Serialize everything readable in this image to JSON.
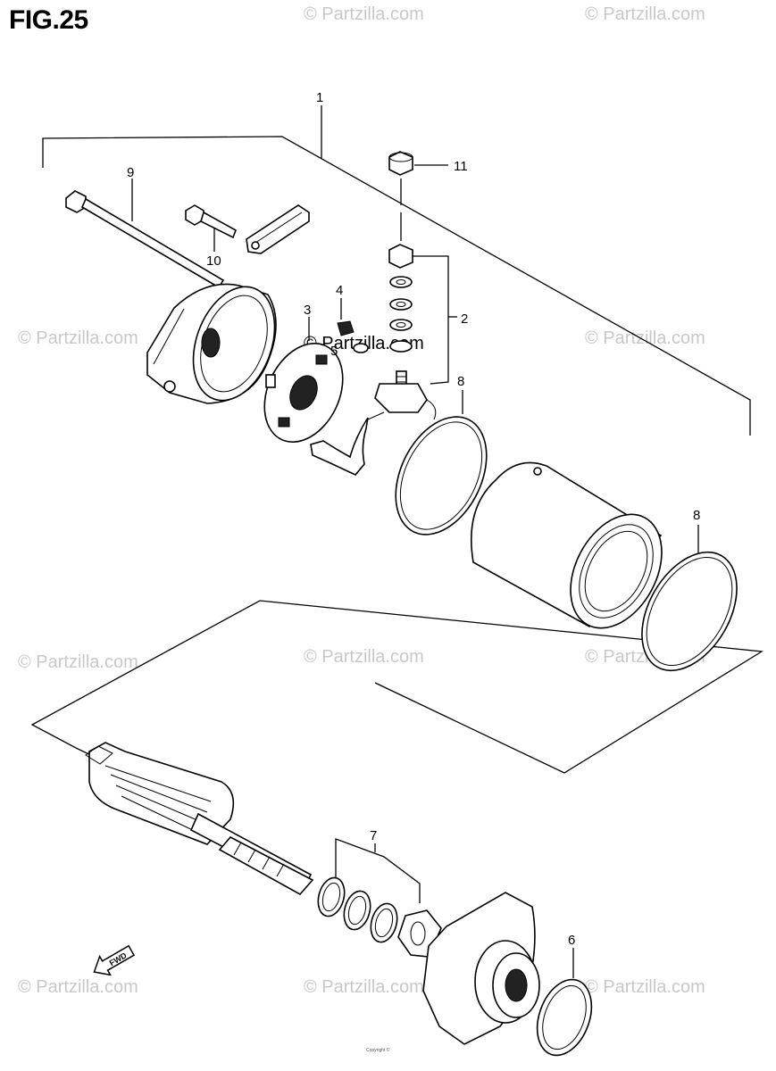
{
  "figure": {
    "title": "FIG.25"
  },
  "callouts": [
    {
      "id": "1",
      "label": "1"
    },
    {
      "id": "2",
      "label": "2"
    },
    {
      "id": "3",
      "label": "3"
    },
    {
      "id": "4",
      "label": "4"
    },
    {
      "id": "5",
      "label": "5"
    },
    {
      "id": "6",
      "label": "6"
    },
    {
      "id": "7",
      "label": "7"
    },
    {
      "id": "8a",
      "label": "8"
    },
    {
      "id": "8b",
      "label": "8"
    },
    {
      "id": "9",
      "label": "9"
    },
    {
      "id": "10",
      "label": "10"
    },
    {
      "id": "11",
      "label": "11"
    }
  ],
  "watermark": {
    "text": "© Partzilla.com"
  },
  "direction_arrow": {
    "label": "FWD"
  },
  "footer": {
    "text": "Copyright ©"
  }
}
